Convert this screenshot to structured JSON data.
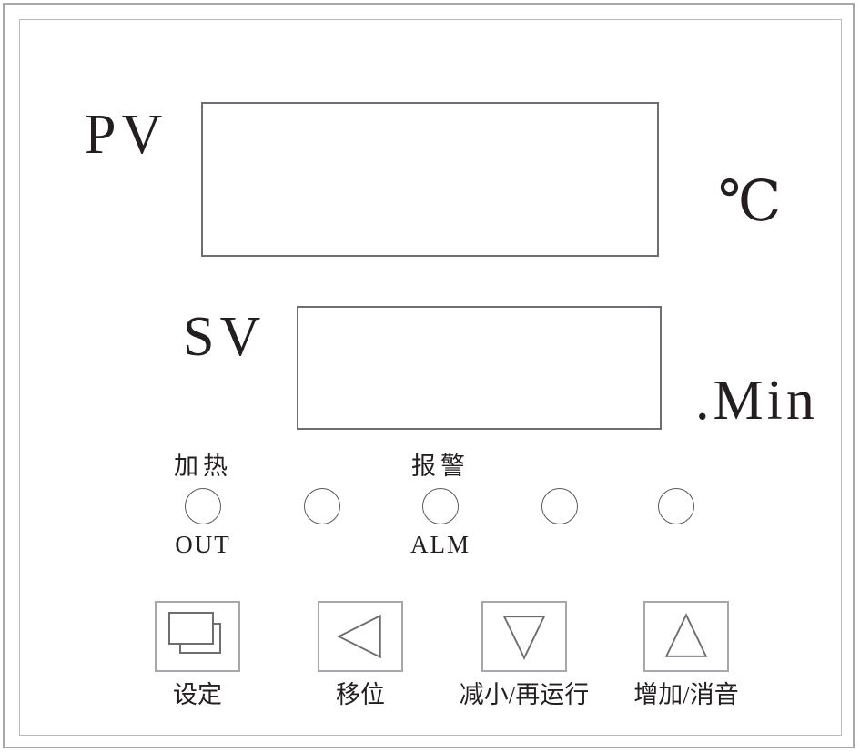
{
  "device": {
    "type": "temperature-controller-front-panel"
  },
  "displays": {
    "pv": {
      "label": "PV",
      "value": "",
      "unit": "℃"
    },
    "sv": {
      "label": "SV",
      "value": "",
      "unit": ".Min"
    }
  },
  "indicators": [
    {
      "top_label": "加热",
      "bottom_label": "OUT",
      "icon": "led-circle-icon",
      "state": "off"
    },
    {
      "top_label": "",
      "bottom_label": "",
      "icon": "led-circle-icon",
      "state": "off"
    },
    {
      "top_label": "报警",
      "bottom_label": "ALM",
      "icon": "led-circle-icon",
      "state": "off"
    },
    {
      "top_label": "",
      "bottom_label": "",
      "icon": "led-circle-icon",
      "state": "off"
    },
    {
      "top_label": "",
      "bottom_label": "",
      "icon": "led-circle-icon",
      "state": "off"
    }
  ],
  "buttons": [
    {
      "label": "设定",
      "icon": "set-pages-icon"
    },
    {
      "label": "移位",
      "icon": "triangle-left-icon"
    },
    {
      "label": "减小/再运行",
      "icon": "triangle-down-icon"
    },
    {
      "label": "增加/消音",
      "icon": "triangle-up-icon"
    }
  ],
  "colors": {
    "panel_border": "#a6a8ab",
    "inner_border": "#b9bbbd",
    "display_border": "#6d6e71",
    "text": "#231f20",
    "background": "#ffffff"
  }
}
